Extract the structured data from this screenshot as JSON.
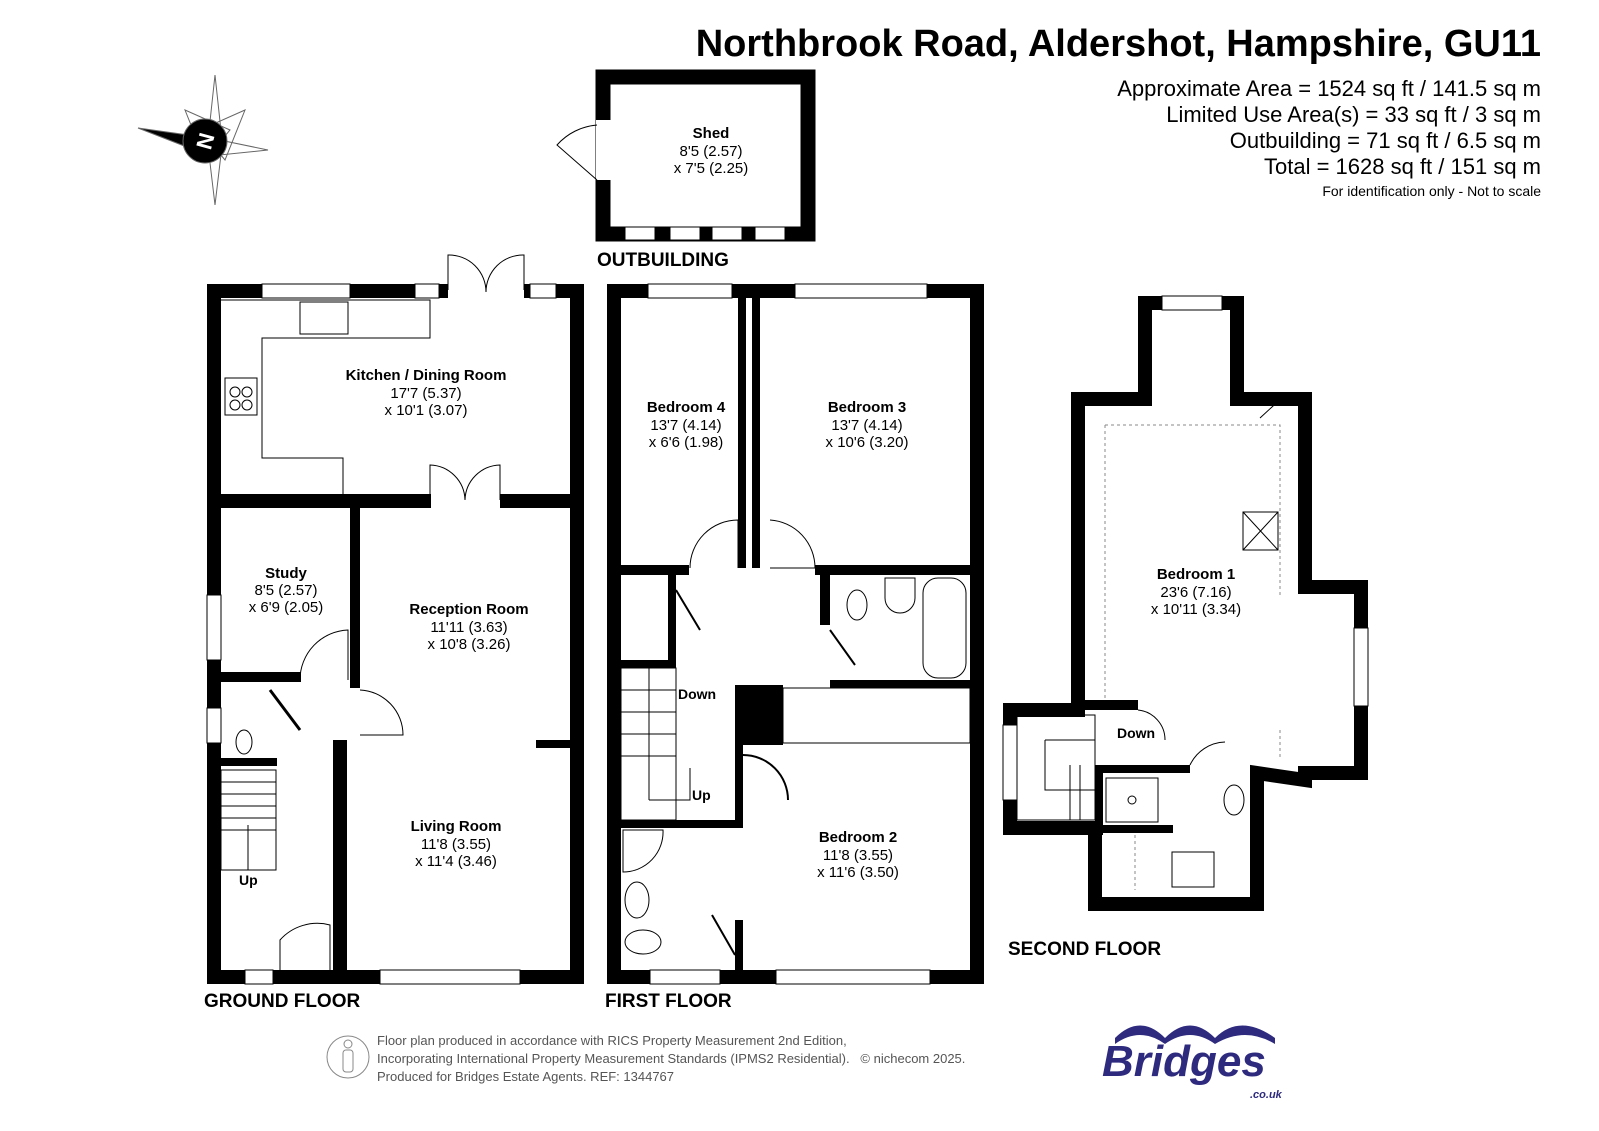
{
  "header": {
    "title": "Northbrook Road, Aldershot, Hampshire, GU11",
    "areas": [
      "Approximate Area = 1524 sq ft / 141.5 sq m",
      "Limited Use Area(s) = 33 sq ft / 3 sq m",
      "Outbuilding = 71 sq ft / 6.5 sq m",
      "Total = 1628 sq ft / 151 sq m"
    ],
    "disclaimer": "For identification only - Not to scale"
  },
  "compass": {
    "letter": "N"
  },
  "floors": {
    "outbuilding": "OUTBUILDING",
    "ground": "GROUND FLOOR",
    "first": "FIRST FLOOR",
    "second": "SECOND FLOOR"
  },
  "rooms": {
    "shed": {
      "name": "Shed",
      "dim1": "8'5 (2.57)",
      "dim2": "x 7'5 (2.25)"
    },
    "kitchen": {
      "name": "Kitchen / Dining Room",
      "dim1": "17'7 (5.37)",
      "dim2": "x 10'1 (3.07)"
    },
    "study": {
      "name": "Study",
      "dim1": "8'5 (2.57)",
      "dim2": "x 6'9 (2.05)"
    },
    "reception": {
      "name": "Reception Room",
      "dim1": "11'11 (3.63)",
      "dim2": "x 10'8 (3.26)"
    },
    "living": {
      "name": "Living Room",
      "dim1": "11'8 (3.55)",
      "dim2": "x 11'4 (3.46)"
    },
    "bedroom4": {
      "name": "Bedroom 4",
      "dim1": "13'7 (4.14)",
      "dim2": "x 6'6 (1.98)"
    },
    "bedroom3": {
      "name": "Bedroom 3",
      "dim1": "13'7 (4.14)",
      "dim2": "x 10'6 (3.20)"
    },
    "bedroom2": {
      "name": "Bedroom 2",
      "dim1": "11'8 (3.55)",
      "dim2": "x 11'6 (3.50)"
    },
    "bedroom1": {
      "name": "Bedroom 1",
      "dim1": "23'6 (7.16)",
      "dim2": "x 10'11 (3.34)"
    }
  },
  "stairs": {
    "up": "Up",
    "down": "Down"
  },
  "footer": {
    "line1": "Floor plan produced in accordance with RICS Property Measurement 2nd Edition,",
    "line2": "Incorporating International Property Measurement Standards (IPMS2 Residential).",
    "copyright": "© nichecom 2025.",
    "line3": "Produced for Bridges Estate Agents.   REF: 1344767"
  },
  "logo": {
    "brand": "Bridges",
    "domain": ".co.uk",
    "color": "#2e2a7e"
  }
}
